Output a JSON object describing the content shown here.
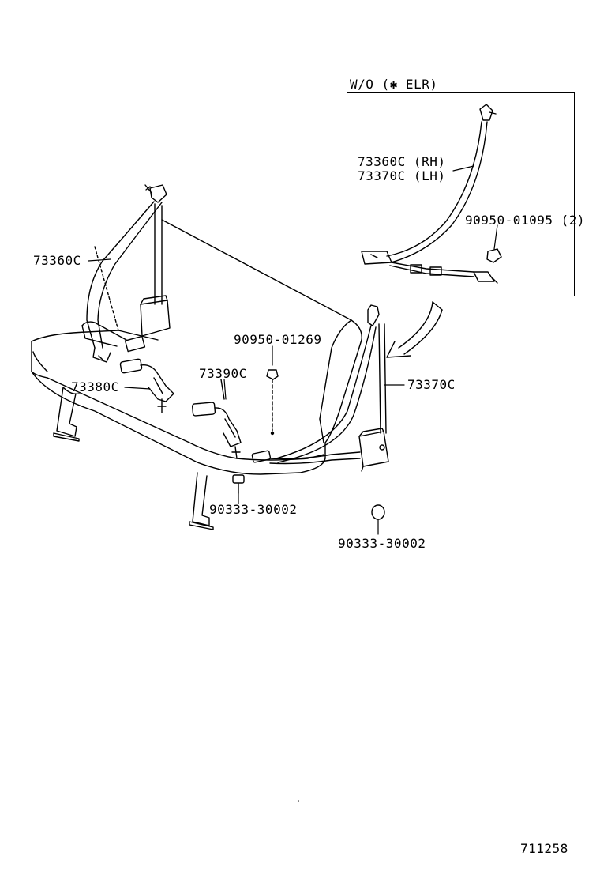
{
  "inset": {
    "title": "W/O (✱ ELR)",
    "label_line1": "73360C (RH)",
    "label_line2": "73370C (LH)",
    "bolt_label": "90950-01095 (2)"
  },
  "parts": {
    "p73360C": "73360C",
    "p73380C": "73380C",
    "p73390C": "73390C",
    "p73370C": "73370C",
    "p90950_01269": "90950-01269",
    "p90333_left": "90333-30002",
    "p90333_right": "90333-30002"
  },
  "figure_number": "711258",
  "icons": [
    "seat-belt-retractor-icon",
    "seat-belt-buckle-icon",
    "bolt-icon",
    "cap-icon",
    "arrow-icon"
  ]
}
